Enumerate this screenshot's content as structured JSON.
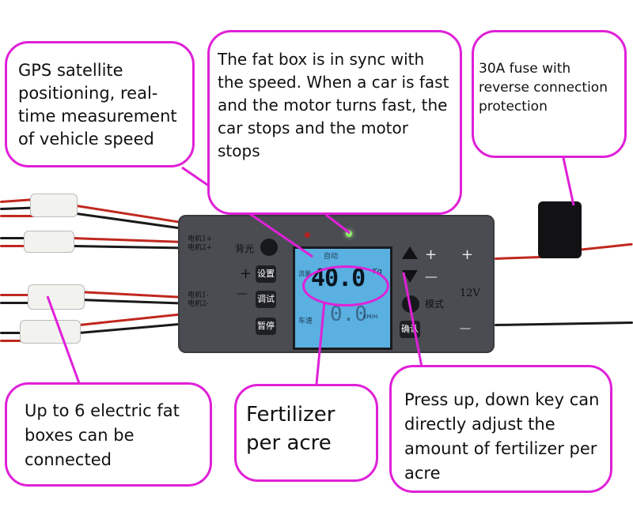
{
  "callouts": {
    "gps": "GPS satellite positioning, real-time measurement of vehicle speed",
    "sync": "The fat box is in sync with the speed. When a car is fast and the motor turns fast, the car stops and the motor stops",
    "fuse": "30A fuse with reverse connection protection",
    "boxes": "Up to 6 electric fat boxes can be connected",
    "fertilizer": "Fertilizer per acre",
    "adjust": "Press up, down key can directly adjust the amount of fertilizer per acre"
  },
  "device": {
    "motor_pos": "电机1+\n电机2+",
    "motor_neg": "电机1-\n电机2-",
    "backlight": "背光",
    "plus": "+",
    "minus": "—",
    "settings": "设置",
    "debug": "调试",
    "pause": "暂停",
    "confirm": "确认",
    "mode": "模式",
    "voltage": "12V",
    "display_value": "40.0",
    "display_unit": "Kg",
    "display_speed": "0.0",
    "speed_unit": "KM/H",
    "speed_label": "车速",
    "auto_label": "自动",
    "flow_label": "流量"
  },
  "colors": {
    "callout_border": "#e020d8",
    "device_body": "#4a4c52",
    "screen": "#5ab0e0",
    "wire_red": "#c0281f",
    "wire_black": "#1a1a1a"
  }
}
